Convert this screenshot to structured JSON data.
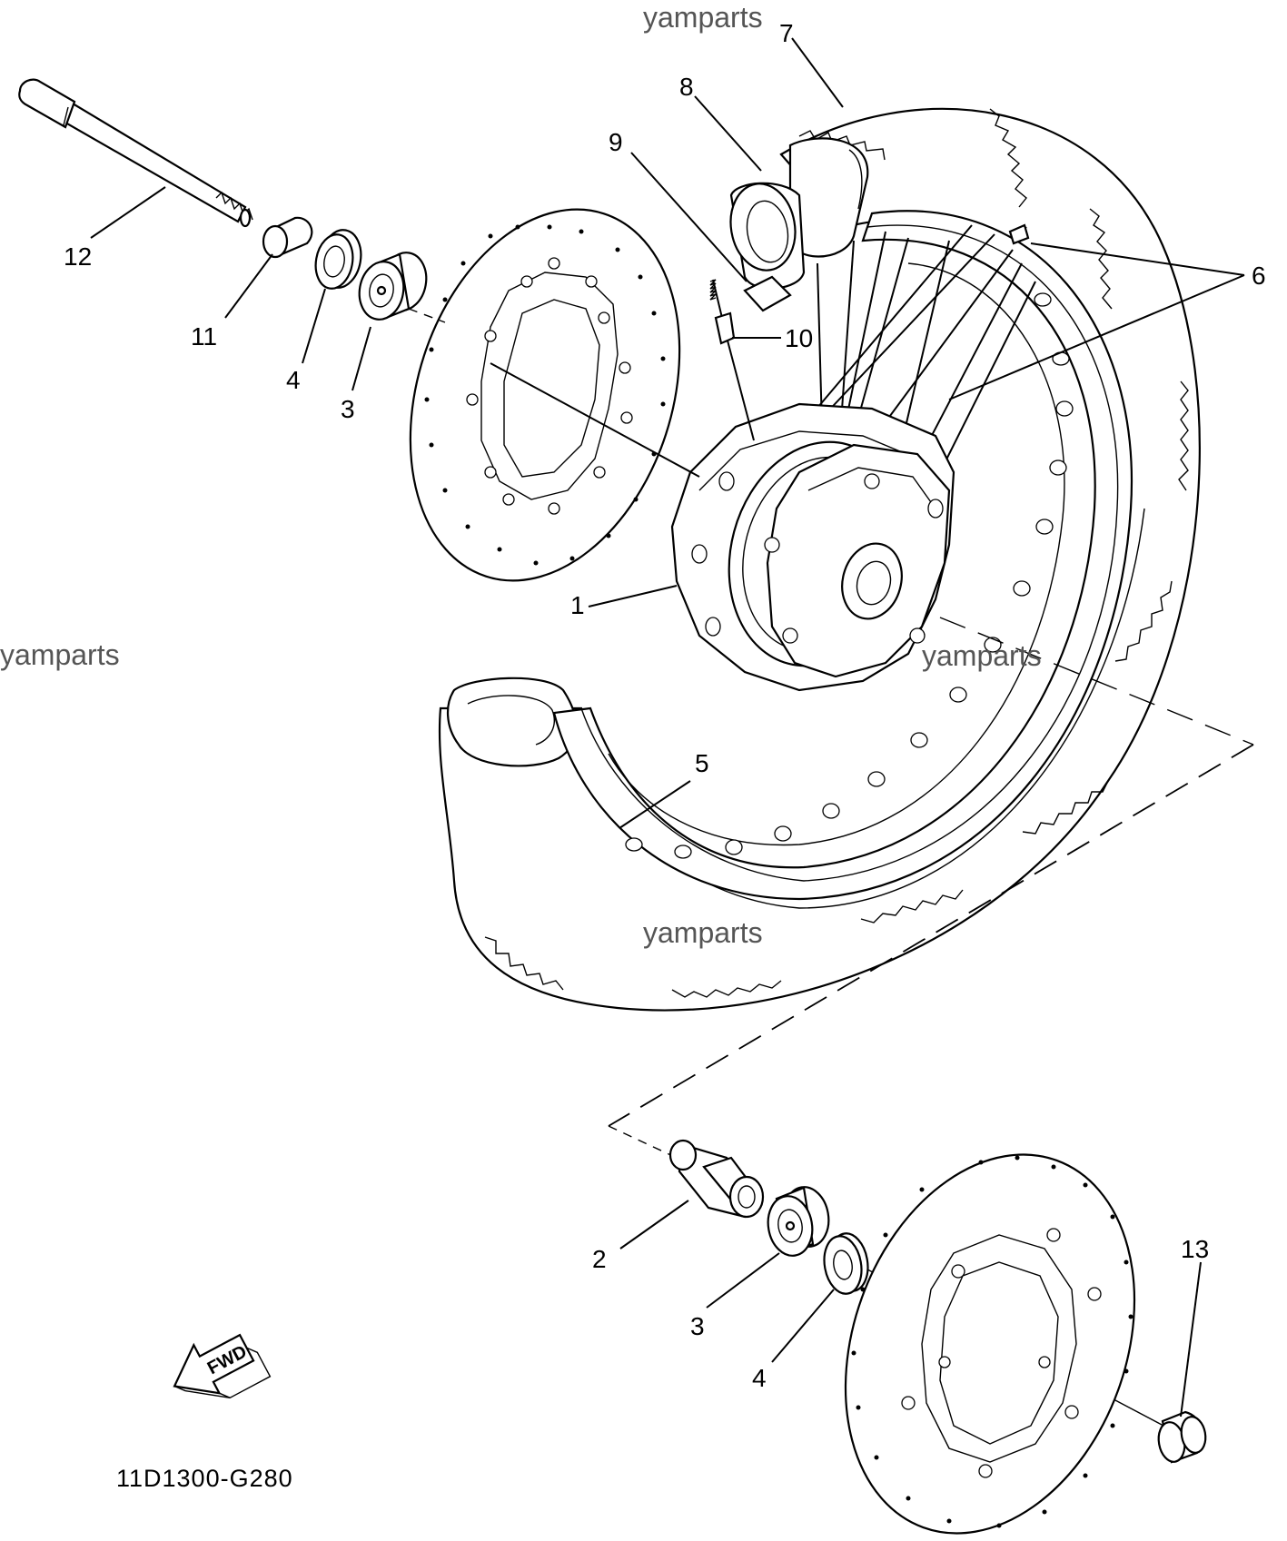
{
  "diagram": {
    "code": "11D1300-G280",
    "fwd_label": "FWD",
    "watermarks": [
      "yamparts",
      "yamparts",
      "yamparts",
      "yamparts"
    ],
    "callouts": [
      {
        "id": "1",
        "text": "1"
      },
      {
        "id": "2",
        "text": "2"
      },
      {
        "id": "3a",
        "text": "3"
      },
      {
        "id": "3b",
        "text": "3"
      },
      {
        "id": "4a",
        "text": "4"
      },
      {
        "id": "4b",
        "text": "4"
      },
      {
        "id": "5",
        "text": "5"
      },
      {
        "id": "6",
        "text": "6"
      },
      {
        "id": "7",
        "text": "7"
      },
      {
        "id": "8",
        "text": "8"
      },
      {
        "id": "9",
        "text": "9"
      },
      {
        "id": "10",
        "text": "10"
      },
      {
        "id": "11",
        "text": "11"
      },
      {
        "id": "12",
        "text": "12"
      },
      {
        "id": "13",
        "text": "13"
      }
    ]
  }
}
